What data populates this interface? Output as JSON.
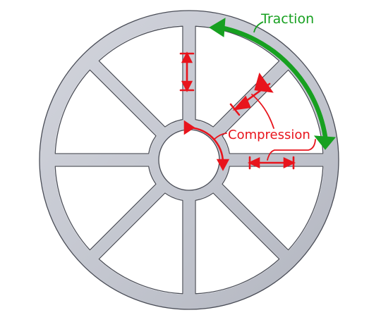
{
  "labels": {
    "traction": "Traction",
    "compression": "Compression"
  },
  "colors": {
    "traction": "#17a020",
    "compression": "#e8141c",
    "wheel_fill": "#c4c7d0",
    "wheel_stroke": "#4a4d57",
    "background": "#ffffff"
  },
  "wheel": {
    "spoke_count": 8
  }
}
